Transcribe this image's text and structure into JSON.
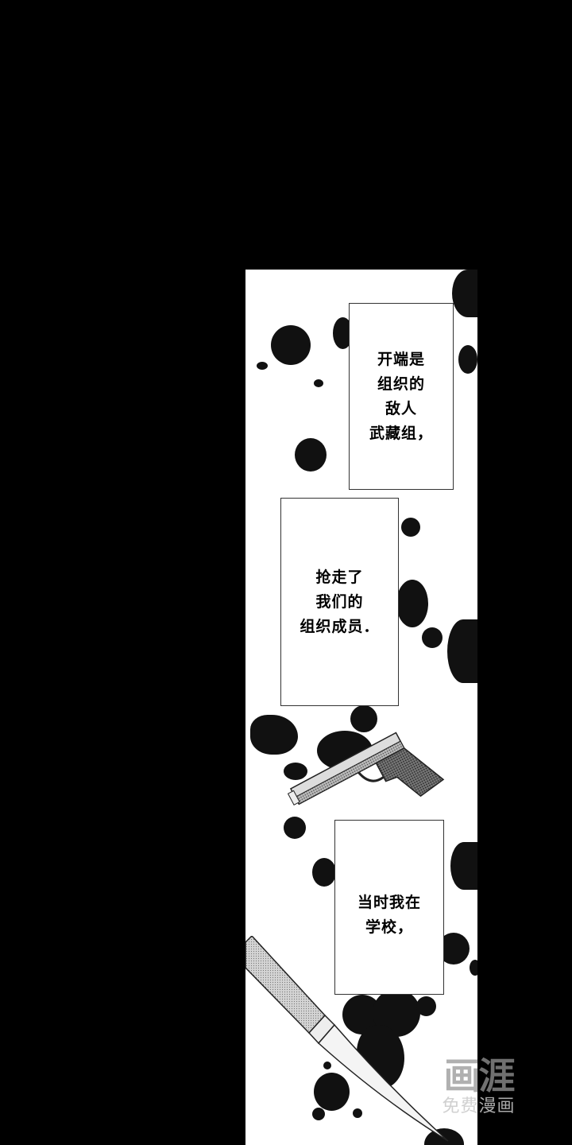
{
  "captions": [
    {
      "text": "开端是\n组织的\n敌人\n武藏组，"
    },
    {
      "text": "抢走了\n我们的\n组织成员．"
    },
    {
      "text": "当时我在\n学校，"
    }
  ],
  "watermark": {
    "logo": "画涯",
    "subtitle": "免费漫画"
  },
  "illustrations": {
    "handgun": "handgun-icon",
    "knife": "knife-icon",
    "ink_splatter": "ink-splatter"
  },
  "colors": {
    "background": "#000000",
    "panel": "#ffffff",
    "ink": "#111111",
    "caption_border": "#333333"
  }
}
